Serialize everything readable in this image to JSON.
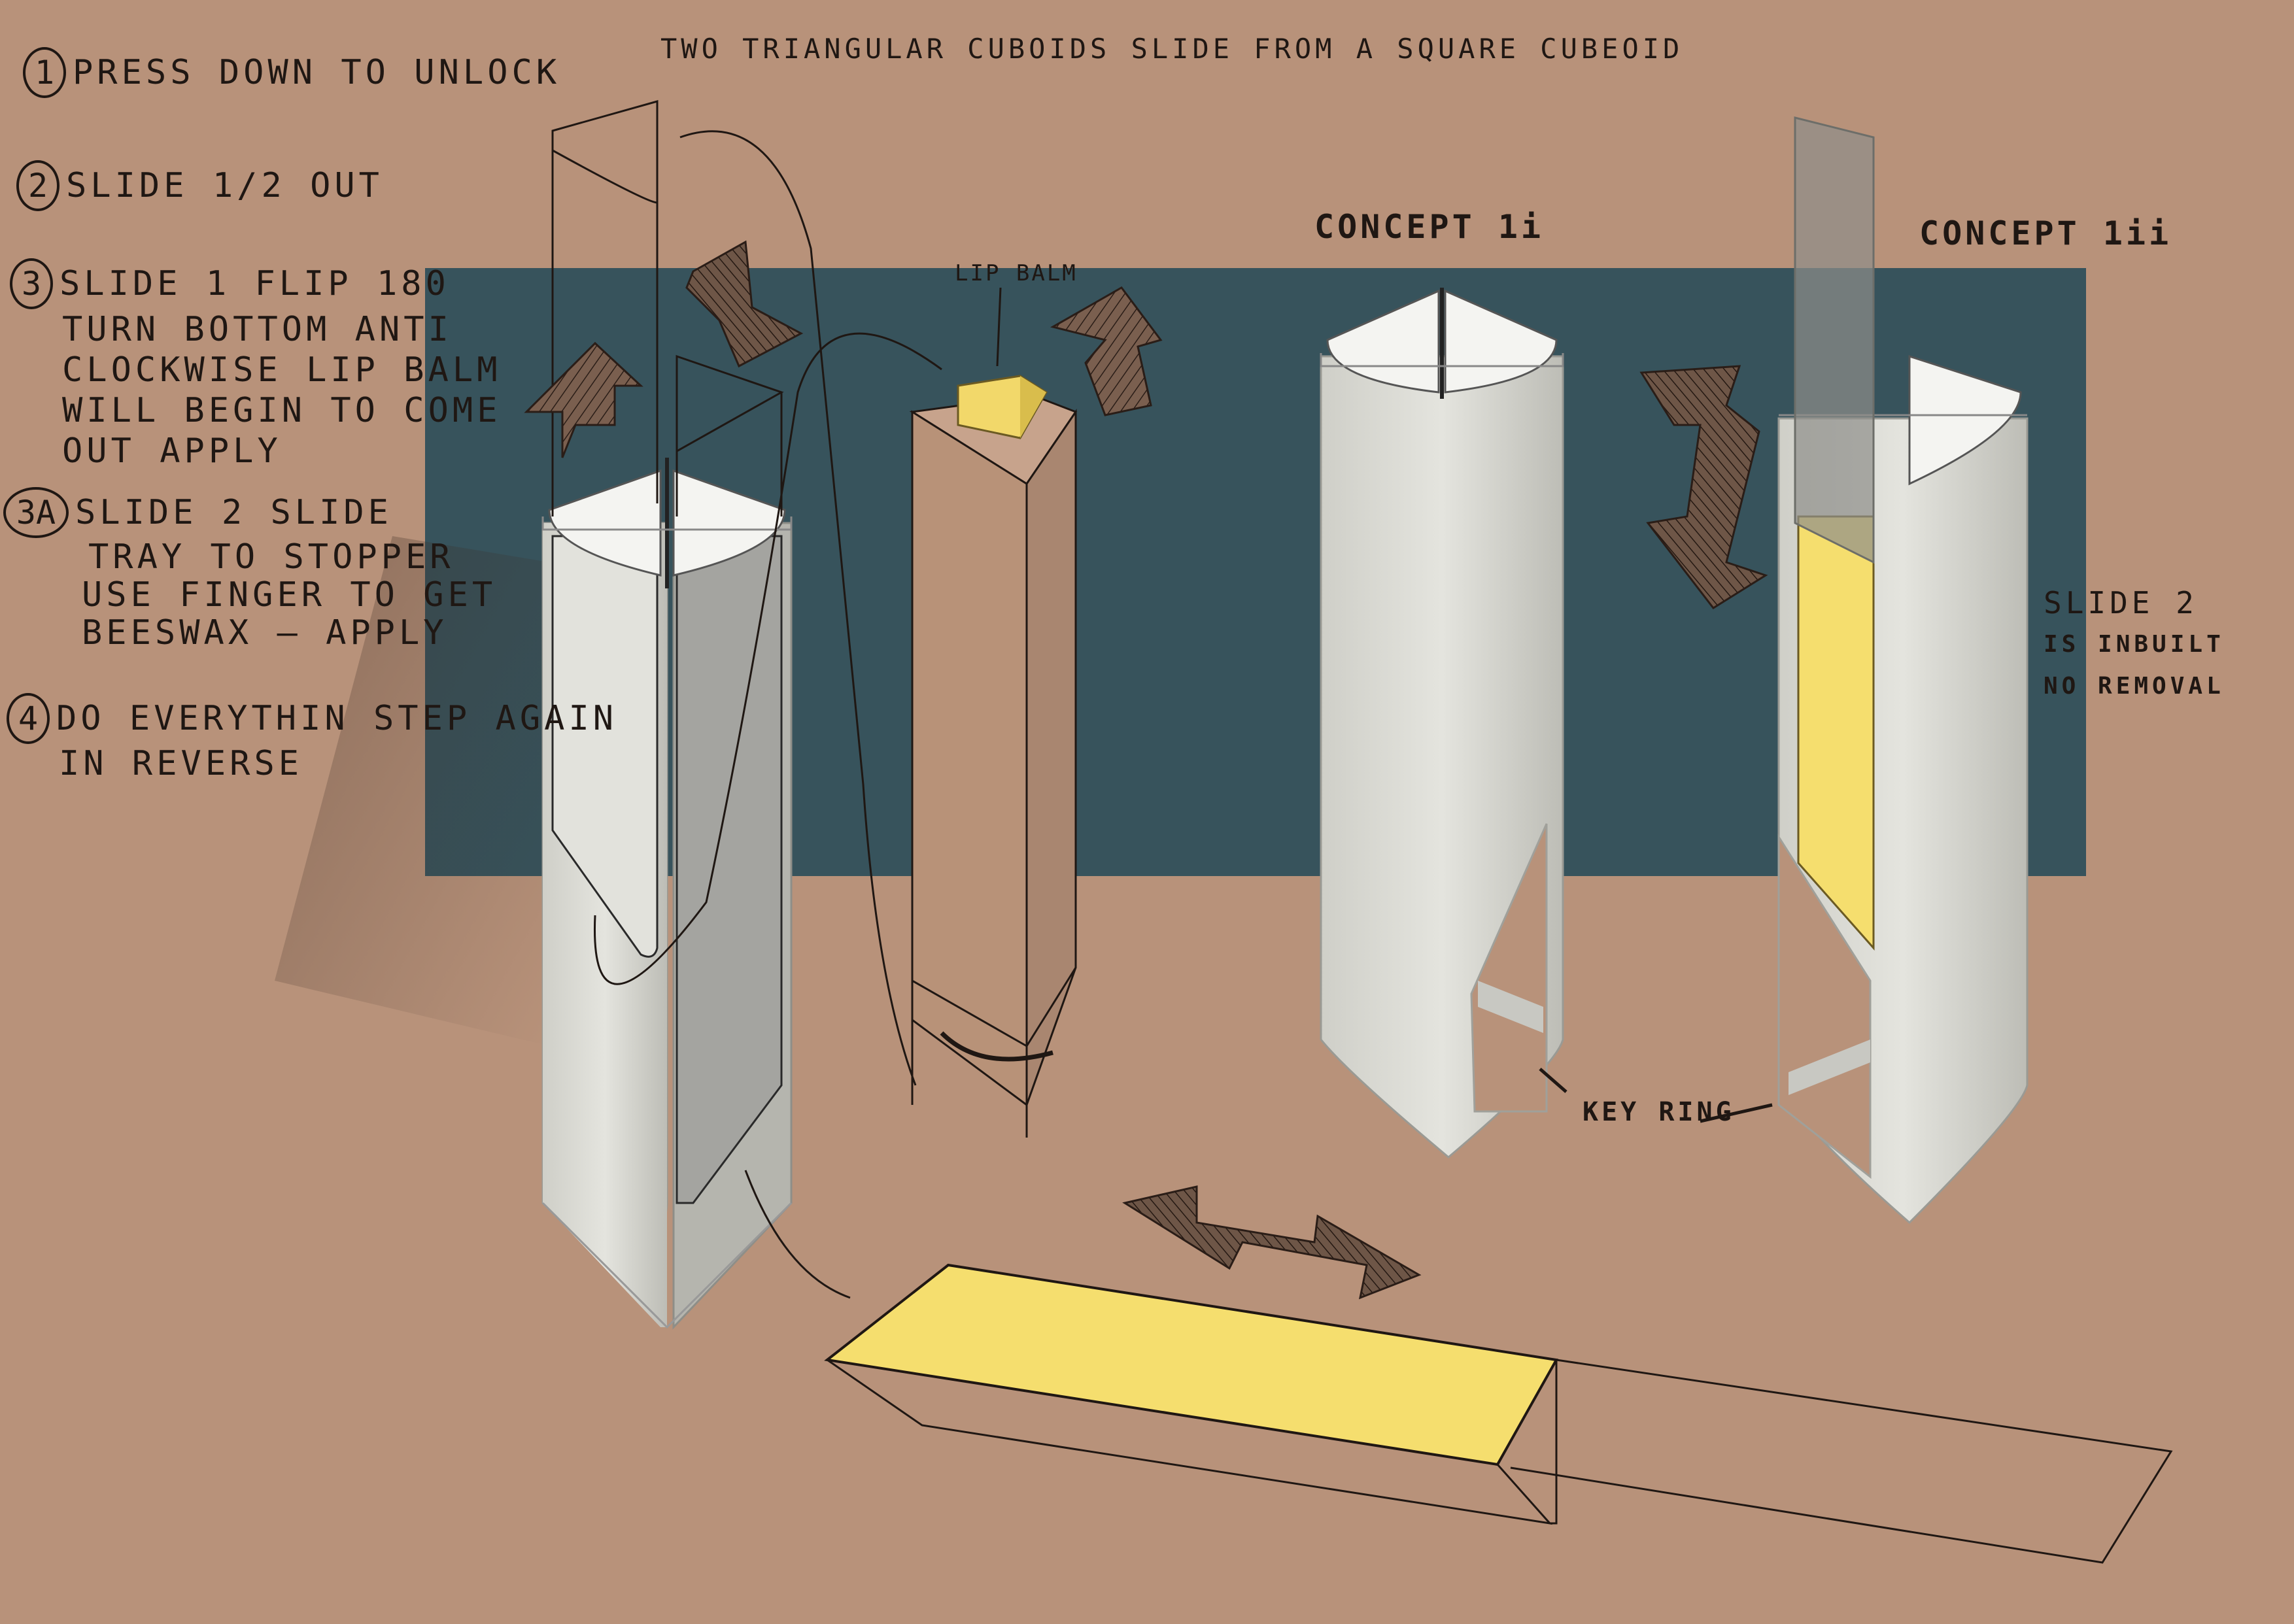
{
  "sheet": {
    "header": "TWO TRIANGULAR CUBOIDS SLIDE FROM A SQUARE CUBEOID",
    "concept_1i": "CONCEPT 1i",
    "concept_1ii": "CONCEPT 1ii",
    "lip_balm": "LIP BALM",
    "key_ring": "KEY RING",
    "slide2_note": [
      "SLIDE 2",
      "IS INBUILT",
      "NO REMOVAL"
    ]
  },
  "steps": [
    {
      "num": "1",
      "lines": [
        "PRESS DOWN TO UNLOCK"
      ]
    },
    {
      "num": "2",
      "lines": [
        "SLIDE 1/2 OUT"
      ]
    },
    {
      "num": "3",
      "lines": [
        "SLIDE 1  FLIP 180",
        "TURN BOTTOM ANTI",
        "CLOCKWISE LIP BALM",
        "WILL BEGIN TO COME",
        "OUT APPLY"
      ]
    },
    {
      "num": "3A",
      "lines": [
        "SLIDE 2  SLIDE",
        "TRAY TO STOPPER",
        "USE FINGER TO GET",
        "BEESWAX – APPLY"
      ]
    },
    {
      "num": "4",
      "lines": [
        "DO EVERYTHIN STEP AGAIN",
        "IN REVERSE"
      ]
    }
  ],
  "colors": {
    "cardboard": "#b8927a",
    "panel": "#37535c",
    "body_light": "#dcdcd6",
    "body_shade": "#c8c8c2",
    "beeswax": "#f5de6e",
    "arrow": "#6e5647",
    "ink": "#1f1713"
  }
}
